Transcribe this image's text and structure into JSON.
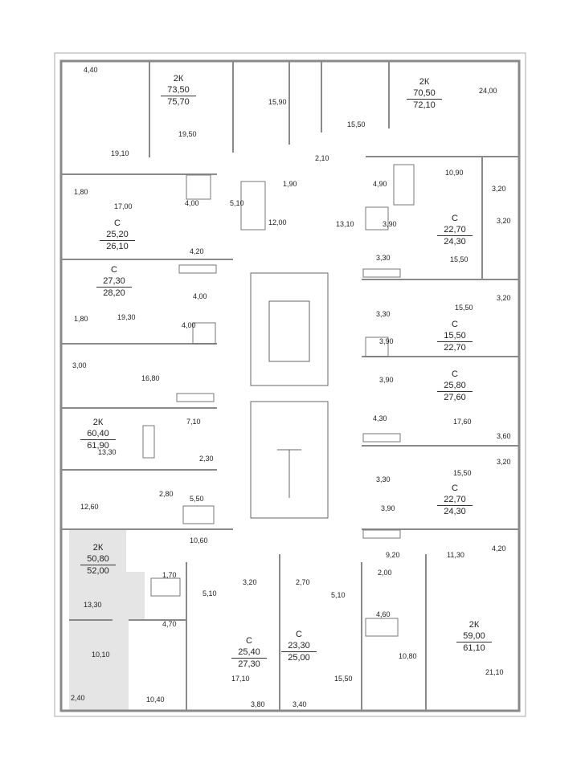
{
  "apartments": [
    {
      "id": "a1",
      "type": "2К",
      "living": "73,50",
      "total": "75,70"
    },
    {
      "id": "a2",
      "type": "2К",
      "living": "70,50",
      "total": "72,10"
    },
    {
      "id": "a3",
      "type": "С",
      "living": "25,20",
      "total": "26,10"
    },
    {
      "id": "a4",
      "type": "С",
      "living": "22,70",
      "total": "24,30"
    },
    {
      "id": "a5",
      "type": "С",
      "living": "27,30",
      "total": "28,20"
    },
    {
      "id": "a6",
      "type": "С",
      "living": "15,50",
      "total": "22,70"
    },
    {
      "id": "a7",
      "type": "С",
      "living": "25,80",
      "total": "27,60"
    },
    {
      "id": "a8",
      "type": "2К",
      "living": "60,40",
      "total": "61,90"
    },
    {
      "id": "a9",
      "type": "С",
      "living": "22,70",
      "total": "24,30"
    },
    {
      "id": "a10",
      "type": "2К",
      "living": "50,80",
      "total": "52,00"
    },
    {
      "id": "a11",
      "type": "2К",
      "living": "59,00",
      "total": "61,10"
    },
    {
      "id": "a12",
      "type": "С",
      "living": "25,40",
      "total": "27,30"
    },
    {
      "id": "a13",
      "type": "С",
      "living": "23,30",
      "total": "25,00"
    }
  ],
  "room_areas": [
    "4,40",
    "19,50",
    "15,90",
    "15,50",
    "24,00",
    "19,10",
    "2,10",
    "10,90",
    "1,80",
    "17,00",
    "4,00",
    "5,10",
    "1,90",
    "12,00",
    "13,10",
    "4,90",
    "3,20",
    "3,90",
    "3,20",
    "4,20",
    "3,30",
    "15,50",
    "4,00",
    "19,30",
    "1,80",
    "3,30",
    "15,50",
    "3,20",
    "4,00",
    "3,90",
    "16,80",
    "3,00",
    "3,90",
    "7,10",
    "4,30",
    "17,60",
    "3,60",
    "13,30",
    "2,30",
    "15,50",
    "3,20",
    "2,80",
    "3,30",
    "12,60",
    "5,50",
    "3,90",
    "10,60",
    "9,20",
    "11,30",
    "4,20",
    "1,70",
    "2,00",
    "3,20",
    "2,70",
    "5,10",
    "5,10",
    "13,30",
    "4,70",
    "4,60",
    "10,80",
    "10,10",
    "17,10",
    "15,50",
    "21,10",
    "2,40",
    "10,40",
    "3,80",
    "3,40"
  ],
  "colors": {
    "wall": "#8a8a8a",
    "highlight": "#e5e5e5",
    "line": "#555555"
  }
}
